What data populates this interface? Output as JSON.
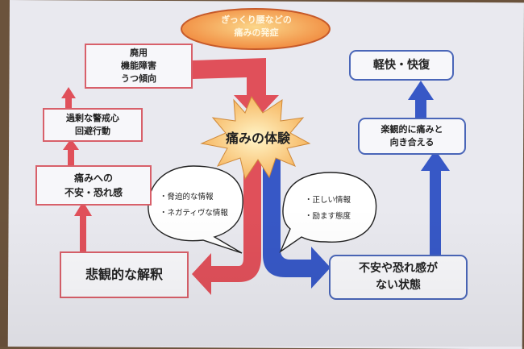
{
  "top_box": {
    "label": "ぎっくり腰などの\n痛みの発症"
  },
  "burst": {
    "label": "痛みの体験"
  },
  "red_boxes": [
    {
      "label": "廃用\n機能障害\nうつ傾向"
    },
    {
      "label": "過剰な警戒心\n回避行動"
    },
    {
      "label": "痛みへの\n不安・恐れ感"
    },
    {
      "label": "悲観的な解釈"
    }
  ],
  "blue_boxes": [
    {
      "label": "軽快・快復"
    },
    {
      "label": "楽観的に痛みと\n向き合える"
    },
    {
      "label": "不安や恐れ感が\nない状態"
    }
  ],
  "bubbles": [
    {
      "lines": [
        "・脅迫的な情報",
        "・ネガティヴな情報"
      ]
    },
    {
      "lines": [
        "・正しい情報",
        "・励ます態度"
      ]
    }
  ],
  "colors": {
    "red_arrow": "#e0505a",
    "blue_arrow": "#3758c6",
    "red_border": "#d8606a",
    "blue_border": "#4a66b8",
    "top_fill": "#f08a3a"
  }
}
